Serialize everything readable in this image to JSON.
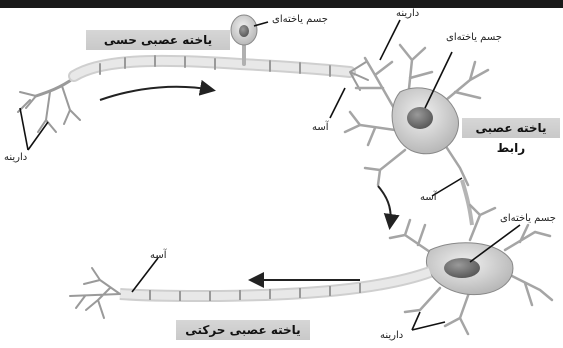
{
  "titles": {
    "sensory": "یاخته عصبی حسی",
    "inter": "یاخته عصبی رابط",
    "motor": "یاخته عصبی حرکتی"
  },
  "labels": {
    "dendrite": "دارینه",
    "cell_body": "جسم یاخته‌ای",
    "axon": "آسه"
  },
  "colors": {
    "top_bar": "#1a1a1a",
    "title_bg": "#cfcfcf",
    "nucleus": "#7a7a7a",
    "cytoplasm": "#d2d2d2",
    "myelin": "#e0e0e0",
    "line": "#555555"
  }
}
